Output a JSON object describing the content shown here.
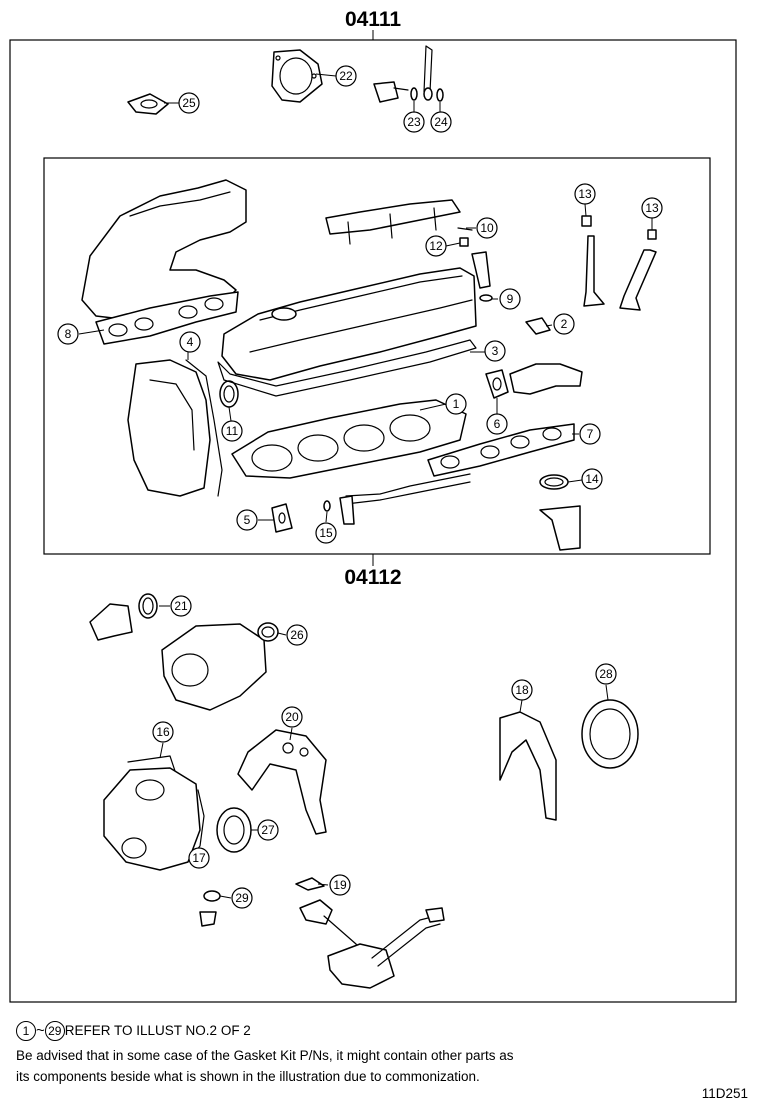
{
  "kits": {
    "top_code": "04111",
    "middle_code": "04112"
  },
  "callouts": {
    "p1": "1",
    "p2": "2",
    "p3": "3",
    "p4": "4",
    "p5": "5",
    "p6": "6",
    "p7": "7",
    "p8": "8",
    "p9": "9",
    "p10": "10",
    "p11": "11",
    "p12": "12",
    "p13a": "13",
    "p13b": "13",
    "p14": "14",
    "p15": "15",
    "p16": "16",
    "p17": "17",
    "p18": "18",
    "p19": "19",
    "p20": "20",
    "p21": "21",
    "p22": "22",
    "p23": "23",
    "p24": "24",
    "p25": "25",
    "p26": "26",
    "p27": "27",
    "p28": "28",
    "p29": "29"
  },
  "notes": {
    "ref_start": "1",
    "ref_tilde": "~",
    "ref_end": "29",
    "ref_text": "REFER TO ILLUST NO.2 OF 2",
    "advise_line1": "Be advised that in some case of the Gasket Kit P/Ns,  it might contain other parts as",
    "advise_line2": "its components beside what is shown in the illustration due to commonization."
  },
  "diagram_code": "11D251"
}
